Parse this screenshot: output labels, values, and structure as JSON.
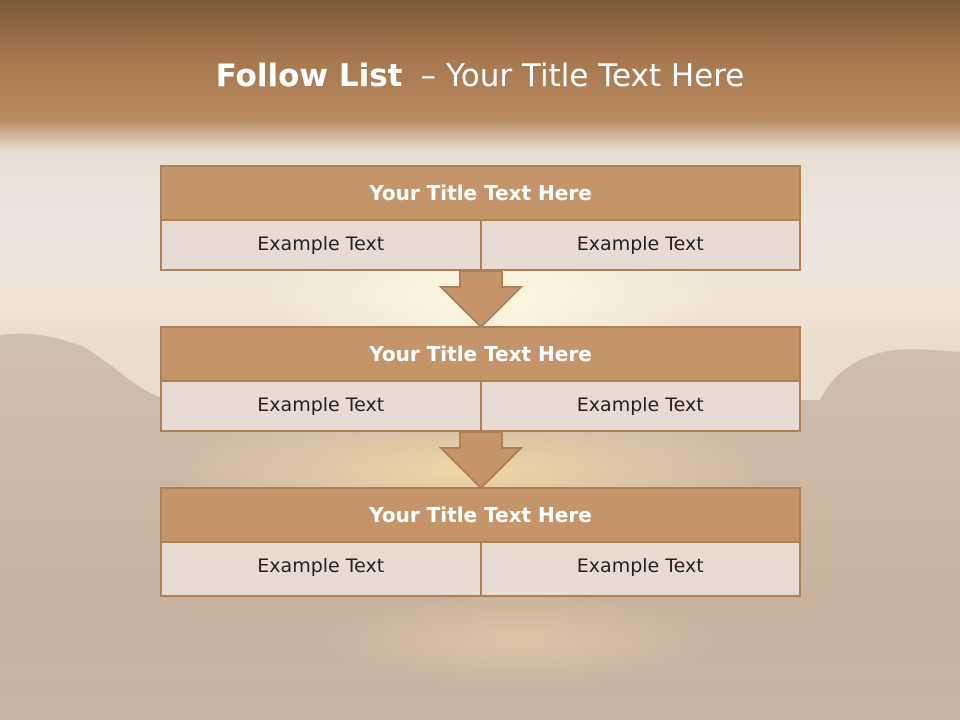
{
  "slide": {
    "title_bold": "Follow List",
    "title_dash": "–",
    "title_rest": "Your Title Text Here"
  },
  "steps": [
    {
      "title": "Your Title Text Here",
      "left": "Example Text",
      "right": "Example Text"
    },
    {
      "title": "Your Title Text Here",
      "left": "Example Text",
      "right": "Example Text"
    },
    {
      "title": "Your Title Text Here",
      "left": "Example Text",
      "right": "Example Text"
    }
  ],
  "colors": {
    "header_fill": "#c4956b",
    "border": "#b07f56",
    "cell_fill": "#e8dbd1",
    "title_text": "#ffffff"
  }
}
